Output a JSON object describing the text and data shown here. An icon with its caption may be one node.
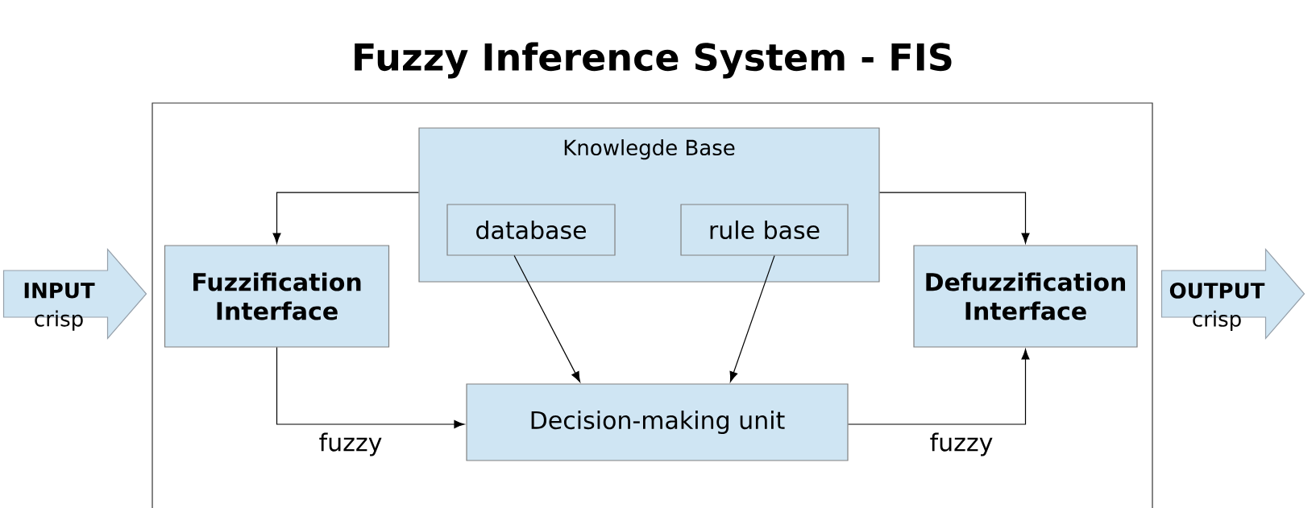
{
  "diagram": {
    "title": "Fuzzy Inference System - FIS",
    "nodes": [
      {
        "text": [
          "INPUT",
          "crisp"
        ]
      },
      {
        "text": [
          "Fuzzification Interface"
        ]
      },
      {
        "text": [
          "Knowlegde Base"
        ]
      },
      {
        "text": [
          "database"
        ],
        "in": 2
      },
      {
        "text": [
          "rule base"
        ],
        "in": 2
      },
      {
        "text": [
          "Defuzzification Interface"
        ]
      },
      {
        "text": [
          "Decision-making unit"
        ]
      },
      {
        "text": [
          "OUTPUT",
          "crisp"
        ]
      }
    ],
    "edges": [
      {
        "from": 2,
        "to": 1,
        "arrow": "to"
      },
      {
        "from": 2,
        "to": 5,
        "arrow": "to"
      },
      {
        "from": 3,
        "to": 6,
        "arrow": "to"
      },
      {
        "from": 4,
        "to": 6,
        "arrow": "to"
      },
      {
        "from": 1,
        "to": 6,
        "arrow": "to",
        "label": "fuzzy"
      },
      {
        "from": 6,
        "to": 5,
        "arrow": "to",
        "label": "fuzzy"
      }
    ]
  }
}
